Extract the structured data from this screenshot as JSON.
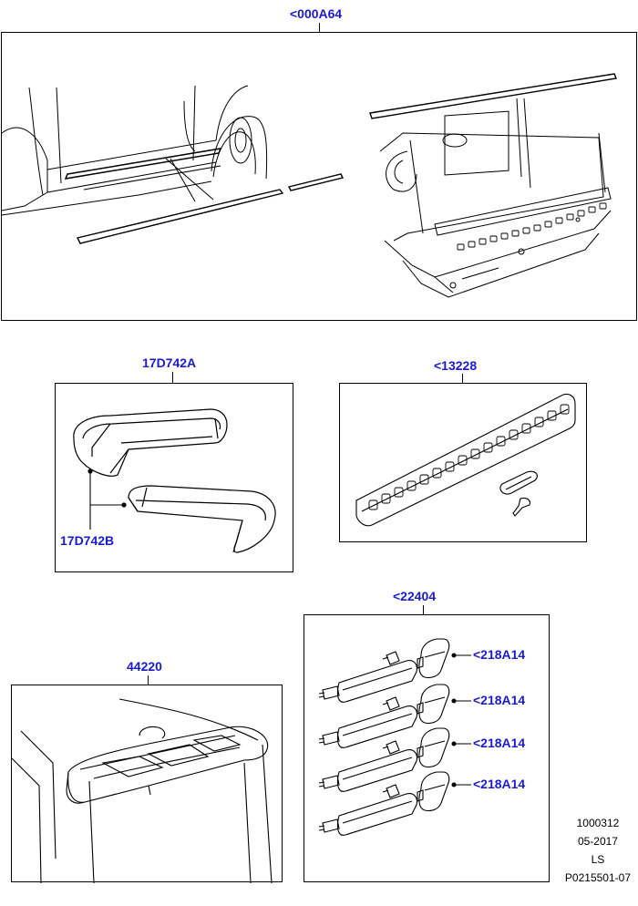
{
  "callouts": {
    "top_strip": "<000A64",
    "mirror_cover_top": "17D742A",
    "mirror_cover_bottom": "17D742B",
    "bumper_protector": "<13228",
    "spoiler": "44220",
    "door_handles": "<22404",
    "handle_cover_1": "<218A14",
    "handle_cover_2": "<218A14",
    "handle_cover_3": "<218A14",
    "handle_cover_4": "<218A14"
  },
  "meta": {
    "code": "1000312",
    "date": "05-2017",
    "model": "LS",
    "ref": "P0215501-07"
  },
  "colors": {
    "callout": "#1a1ad6",
    "line": "#000000"
  }
}
